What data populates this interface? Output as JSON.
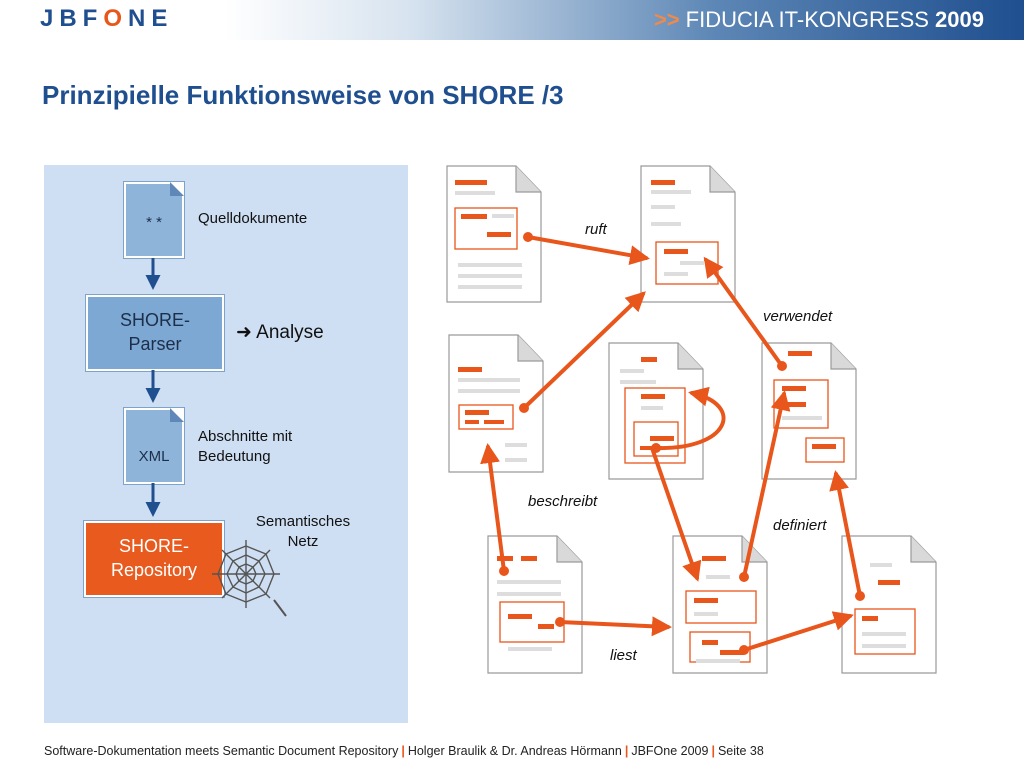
{
  "header": {
    "logo_prefix": "JBF",
    "logo_o": "O",
    "logo_suffix": "NE",
    "banner_arrows": ">>",
    "banner_text": "FIDUCIA IT-KONGRESS",
    "banner_year": "2009"
  },
  "slide": {
    "title": "Prinzipielle Funktionsweise von SHORE  /3"
  },
  "panel": {
    "source_icon_label": "* *",
    "source_label": "Quelldokumente",
    "parser_line1": "SHORE-",
    "parser_line2": "Parser",
    "analyse_label": "Analyse",
    "xml_icon_label": "XML",
    "sections_line1": "Abschnitte mit",
    "sections_line2": "Bedeutung",
    "net_line1": "Semantisches",
    "net_line2": "Netz",
    "repo_line1": "SHORE-",
    "repo_line2": "Repository"
  },
  "relations": {
    "ruft": "ruft",
    "verwendet": "verwendet",
    "beschreibt": "beschreibt",
    "definiert": "definiert",
    "liest": "liest"
  },
  "colors": {
    "accent": "#e8561c",
    "brand": "#1f4f8f",
    "panel_bg": "#cfdff3"
  },
  "footer": {
    "part1": "Software-Dokumentation meets Semantic Document Repository",
    "sep": "|",
    "part2": "Holger Braulik & Dr. Andreas Hörmann",
    "part3": "JBFOne 2009",
    "part4": "Seite 38"
  }
}
